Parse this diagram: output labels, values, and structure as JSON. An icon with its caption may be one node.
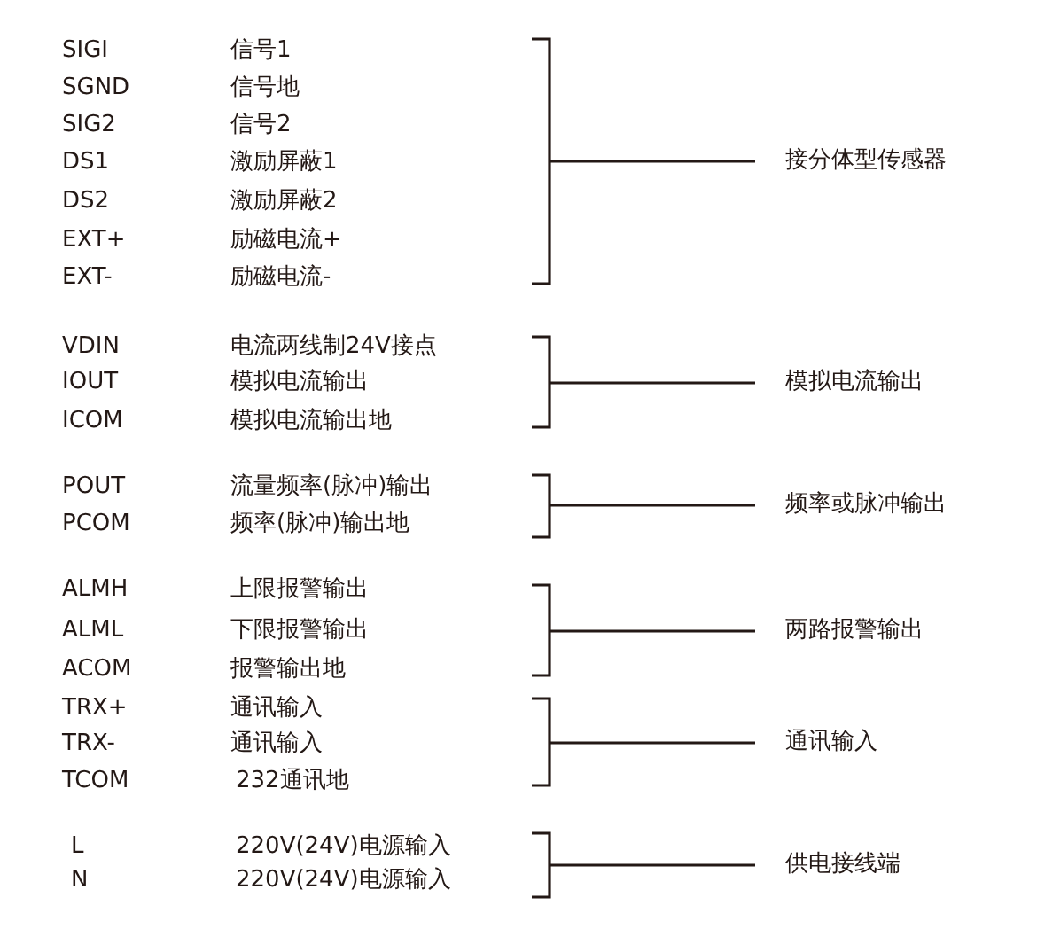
{
  "diagram": {
    "nodes": [
      {
        "text": [
          "接分体型传感器"
        ]
      },
      {
        "text": [
          "模拟电流输出"
        ]
      },
      {
        "text": [
          "频率或脉冲输出"
        ]
      },
      {
        "text": [
          "两路报警输出"
        ]
      },
      {
        "text": [
          "通讯输入"
        ]
      },
      {
        "text": [
          "供电接线端"
        ]
      }
    ],
    "edges": [
      {
        "from": null,
        "to": 0,
        "arrow": "none"
      },
      {
        "from": null,
        "to": 1,
        "arrow": "none"
      },
      {
        "from": null,
        "to": 2,
        "arrow": "none"
      },
      {
        "from": null,
        "to": 3,
        "arrow": "none"
      },
      {
        "from": null,
        "to": 4,
        "arrow": "none"
      },
      {
        "from": null,
        "to": 5,
        "arrow": "none"
      }
    ],
    "labels": [
      "SIGI",
      "信号1",
      "SGND",
      "信号地",
      "SIG2",
      "信号2",
      "DS1",
      "激励屏蔽1",
      "DS2",
      "激励屏蔽2",
      "EXT+",
      "励磁电流+",
      "EXT-",
      "励磁电流-",
      "VDIN",
      "电流两线制24V接点",
      "IOUT",
      "模拟电流输出",
      "ICOM",
      "模拟电流输出地",
      "POUT",
      "流量频率(脉冲)输出",
      "PCOM",
      "频率(脉冲)输出地",
      "ALMH",
      "上限报警输出",
      "ALML",
      "下限报警输出",
      "ACOM",
      "报警输出地",
      "TRX+",
      "通讯输入",
      "TRX-",
      "通讯输入",
      "TCOM",
      "232通讯地",
      "L",
      "220V(24V)电源输入",
      "N",
      "220V(24V)电源输入"
    ]
  }
}
